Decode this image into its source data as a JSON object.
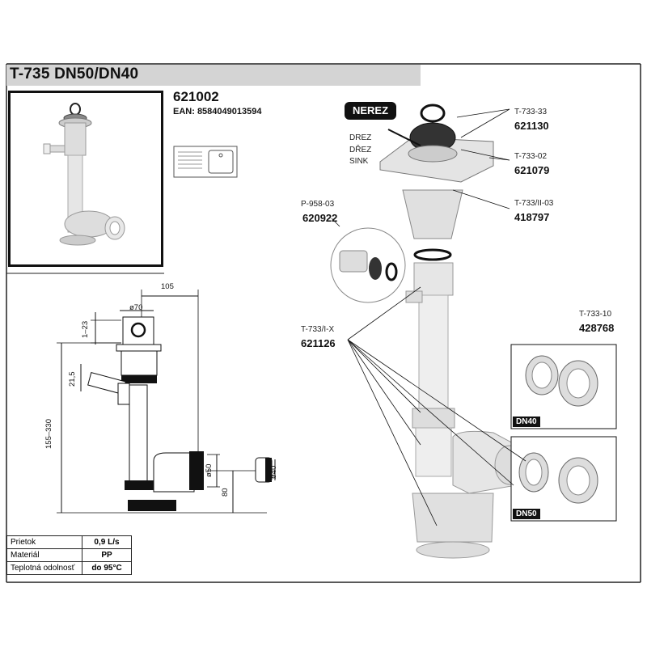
{
  "title": "T-735 DN50/DN40",
  "code": "621002",
  "ean": "EAN: 8584049013594",
  "nerez": "NEREZ",
  "sink_labels": [
    "DREZ",
    "DŘEZ",
    "SINK"
  ],
  "parts": [
    {
      "ref": "T-733-33",
      "num": "621130"
    },
    {
      "ref": "T-733-02",
      "num": "621079"
    },
    {
      "ref": "T-733/II-03",
      "num": "418797"
    },
    {
      "ref": "P-958-03",
      "num": "620922"
    },
    {
      "ref": "T-733/I-X",
      "num": "621126"
    },
    {
      "ref": "T-733-10",
      "num": "428768"
    }
  ],
  "dn40": "DN40",
  "dn50": "DN50",
  "dimensions": {
    "w105": "105",
    "d70": "ø70",
    "h1_23": "1–23",
    "d21_5": "21,5",
    "h155_330": "155–330",
    "d50": "ø50",
    "h80": "80",
    "d40": "ø40"
  },
  "specs": [
    {
      "label": "Prietok",
      "value": "0,9 L/s"
    },
    {
      "label": "Materiál",
      "value": "PP"
    },
    {
      "label": "Teplotná odolnosť",
      "value": "do 95°C"
    }
  ]
}
